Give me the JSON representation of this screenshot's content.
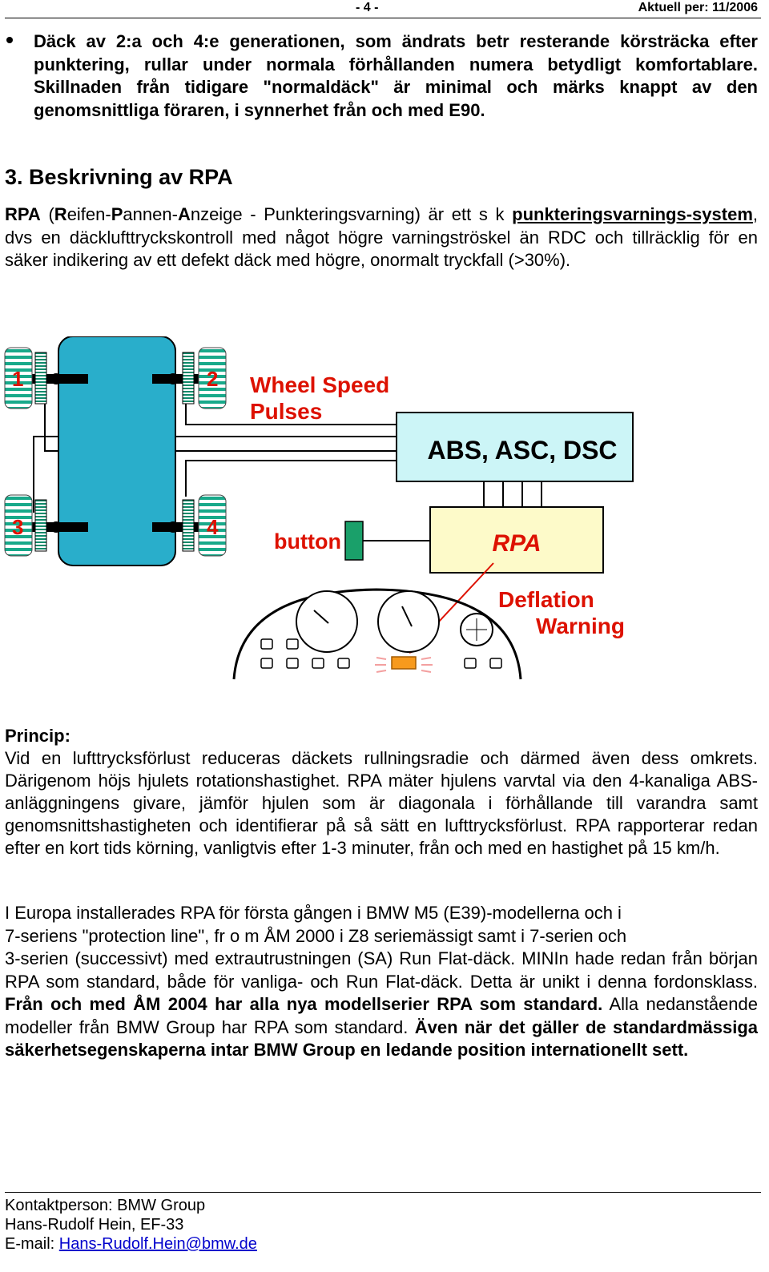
{
  "header": {
    "page_number": "- 4 -",
    "date": "Aktuell per: 11/2006"
  },
  "bullet": {
    "text": "Däck av 2:a och 4:e generationen, som ändrats betr resterande körsträcka efter punktering, rullar under normala förhållanden numera betydligt komfortablare. Skillnaden från tidigare \"normaldäck\" är minimal och märks knappt av den genomsnittliga föraren, i synnerhet från och med E90."
  },
  "section": {
    "title": "3. Beskrivning av RPA"
  },
  "intro": {
    "rpa": "RPA",
    "paren_open": "(",
    "r": "R",
    "eifen": "eifen-",
    "p": "P",
    "annen": "annen-",
    "a": "A",
    "nzeige": "nzeige - Punkteringsvarning) är ett s k ",
    "underlined": "punkteringsvarnings-system",
    "rest": ", dvs en däcklufttryckskontroll med något högre varningströskel än RDC och tillräcklig för en säker indikering av ett defekt däck med högre, onormalt tryckfall (>30%)."
  },
  "diagram": {
    "wheel_1": "1",
    "wheel_2": "2",
    "wheel_3": "3",
    "wheel_4": "4",
    "wheel_speed_line1": "Wheel Speed",
    "wheel_speed_line2": "Pulses",
    "abs_box": "ABS, ASC, DSC",
    "rpa_box": "RPA",
    "button_label": "button",
    "deflation_line1": "Deflation",
    "deflation_line2": "Warning",
    "colors": {
      "car_body": "#29aecb",
      "abs_box": "#ccf5f7",
      "rpa_box": "#fdfac9",
      "button": "#1aa06a",
      "red_text": "#dd1100",
      "warning_lamp": "#f79a1d"
    }
  },
  "principle": {
    "title": "Princip:",
    "text": "Vid en lufttrycksförlust reduceras däckets rullningsradie och därmed även dess omkrets. Därigenom höjs hjulets rotationshastighet. RPA mäter hjulens varvtal via den 4-kanaliga ABS-anläggningens givare, jämför hjulen som är diagonala i förhållande till varandra samt genomsnittshastigheten och identifierar på så sätt en lufttrycksförlust. RPA rapporterar redan efter en kort tids körning, vanligtvis efter 1-3 minuter, från och med en hastighet på 15 km/h."
  },
  "europe": {
    "line1": "I Europa installerades RPA för första gången i BMW M5 (E39)-modellerna och i",
    "line2": "7-seriens \"protection line\", fr o m ÅM 2000 i Z8 seriemässigt samt i 7-serien och",
    "line3": "3-serien (successivt) med extrautrustningen (SA) Run Flat-däck. MINIn hade redan från början RPA som standard, både för vanliga- och Run Flat-däck. Detta är unikt i denna fordonsklass. ",
    "bold1": "Från och med ÅM 2004 har alla nya modellserier RPA som standard.",
    "mid": " Alla nedanstående modeller från BMW Group har RPA som standard. ",
    "bold2": "Även när det gäller de standardmässiga säkerhetsegenskaperna intar BMW Group en ledande position internationellt sett."
  },
  "footer": {
    "contact": "Kontaktperson: BMW Group",
    "name": "Hans-Rudolf Hein, EF-33",
    "email_label": "E-mail: ",
    "email": "Hans-Rudolf.Hein@bmw.de"
  }
}
